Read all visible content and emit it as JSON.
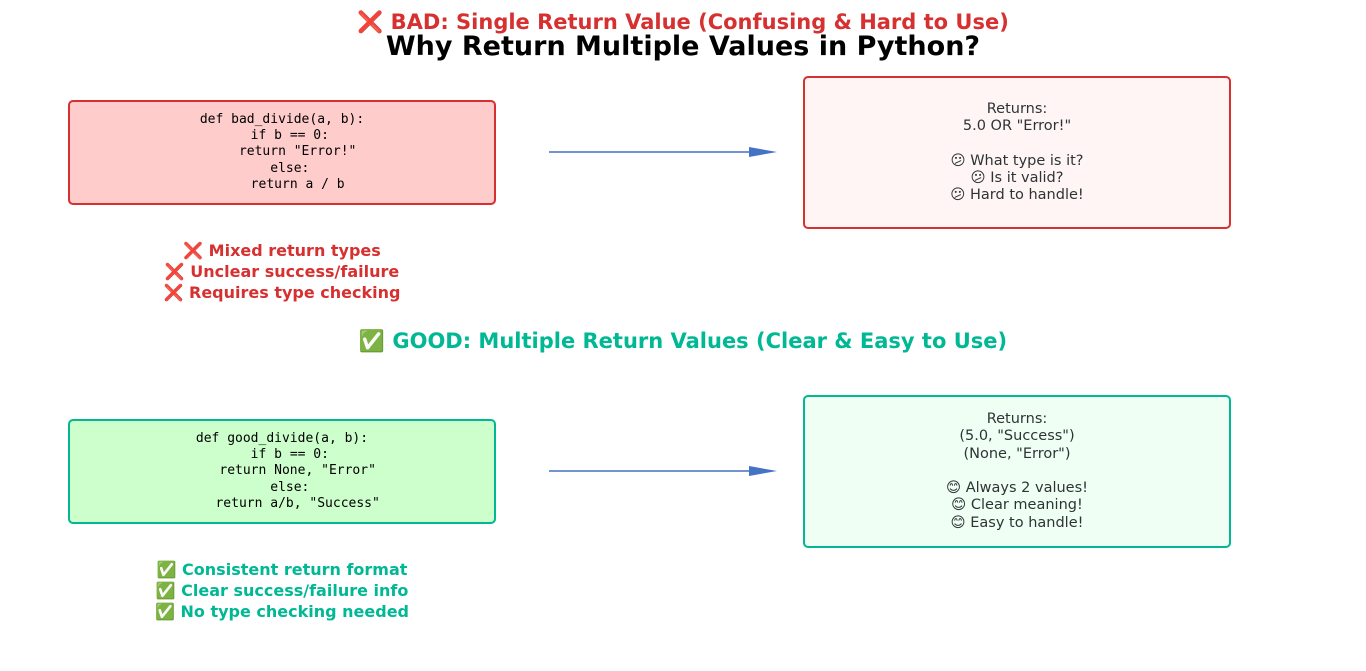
{
  "main_title": "Why Return Multiple Values in Python?",
  "colors": {
    "bad": "#d63031",
    "good": "#00b894",
    "arrow": "#4472c4",
    "bad_code_fill": "#ffcccc",
    "bad_result_fill": "#fff5f5",
    "good_code_fill": "#ccffcc",
    "good_result_fill": "#f0fff4"
  },
  "bad": {
    "heading": "❌ BAD: Single Return Value (Confusing & Hard to Use)",
    "code_lines": [
      "def bad_divide(a, b):",
      "  if b == 0:",
      "    return \"Error!\"",
      "  else:",
      "    return a / b"
    ],
    "result_lines": [
      "Returns:",
      "5.0 OR \"Error!\"",
      "",
      "😕 What type is it?",
      "😕 Is it valid?",
      "😕 Hard to handle!"
    ],
    "notes": [
      "❌ Mixed return types",
      "❌ Unclear success/failure",
      "❌ Requires type checking"
    ]
  },
  "good": {
    "heading": "✅ GOOD: Multiple Return Values (Clear & Easy to Use)",
    "code_lines": [
      "def good_divide(a, b):",
      "  if b == 0:",
      "    return None, \"Error\"",
      "  else:",
      "    return a/b, \"Success\""
    ],
    "result_lines": [
      "Returns:",
      "(5.0, \"Success\")",
      "(None, \"Error\")",
      "",
      "😊 Always 2 values!",
      "😊 Clear meaning!",
      "😊 Easy to handle!"
    ],
    "notes": [
      "✅ Consistent return format",
      "✅ Clear success/failure info",
      "✅ No type checking needed"
    ]
  }
}
